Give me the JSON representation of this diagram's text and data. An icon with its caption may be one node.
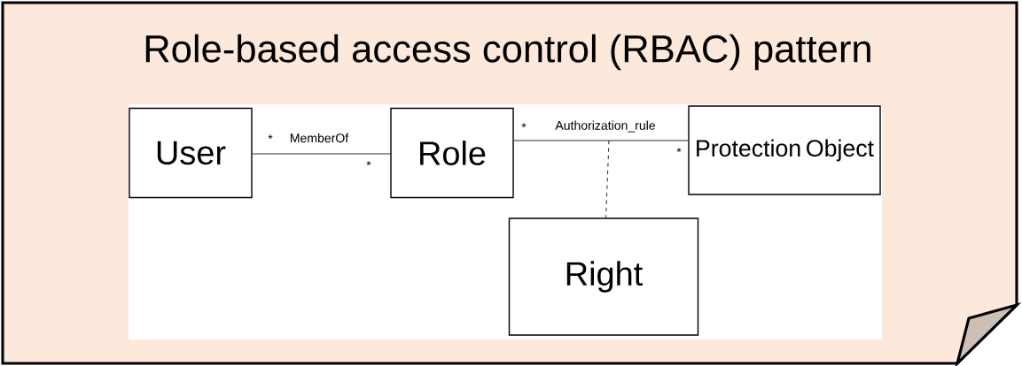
{
  "diagram": {
    "nodes": [
      {
        "text": [
          "Role-based access control (RBAC) pattern"
        ]
      },
      {
        "text": [
          "User"
        ],
        "in": 0
      },
      {
        "text": [
          "Role"
        ],
        "in": 0
      },
      {
        "text": [
          "Protection Object"
        ],
        "in": 0
      },
      {
        "text": [
          "Right"
        ],
        "in": 0
      }
    ],
    "edges": [
      {
        "from": 1,
        "to": 2,
        "arrow": "none",
        "label": "MemberOf"
      },
      {
        "from": 2,
        "to": 3,
        "arrow": "none",
        "label": "Authorization_rule"
      },
      {
        "from": null,
        "to": 4,
        "arrow": "none",
        "style": "dashed"
      }
    ],
    "labels": [
      "*",
      "*",
      "*",
      "*"
    ]
  }
}
